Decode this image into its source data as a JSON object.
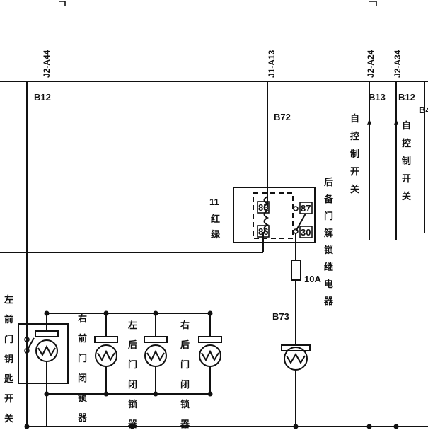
{
  "connectors": {
    "j2_a44": "J2-A44",
    "j1_a13": "J1-A13",
    "j2_a24": "J2-A24",
    "j2_a34": "J2-A34"
  },
  "pins": {
    "b12": "B12",
    "b72": "B72",
    "b13": "B13",
    "b12_right": "B12",
    "b4_partial": "B4",
    "b73": "B73"
  },
  "relay": {
    "pin85": "85",
    "pin86": "86",
    "pin87": "87",
    "pin30": "30",
    "wire_label": [
      "11",
      "红",
      "绿"
    ],
    "name": [
      "后",
      "备",
      "门",
      "解",
      "锁",
      "继",
      "电",
      "器"
    ]
  },
  "fuse": {
    "rating": "10A"
  },
  "switches": {
    "auto_left": [
      "自",
      "控",
      "制",
      "开",
      "关"
    ],
    "auto_right": [
      "自",
      "控",
      "制",
      "开",
      "关"
    ]
  },
  "actuators": {
    "left_front_key_switch": [
      "左",
      "前",
      "门",
      "钥",
      "匙",
      "开",
      "关"
    ],
    "right_front": [
      "右",
      "前",
      "门",
      "闭",
      "锁",
      "器"
    ],
    "left_rear": [
      "左",
      "后",
      "门",
      "闭",
      "锁",
      "器"
    ],
    "right_rear": [
      "右",
      "后",
      "门",
      "闭",
      "锁",
      "器"
    ]
  }
}
